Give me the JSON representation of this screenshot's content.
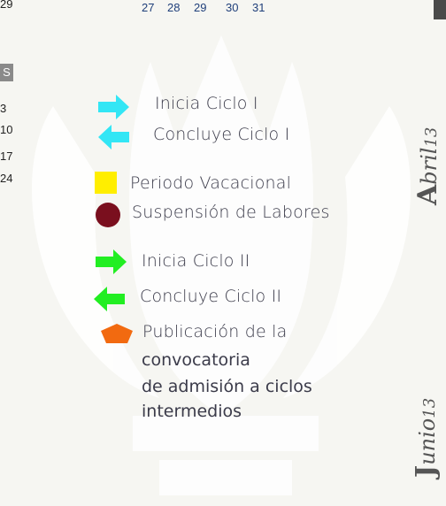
{
  "calendar_fragment": {
    "top_left_number": "29",
    "top_days": [
      "27",
      "28",
      "29",
      "30",
      "31"
    ],
    "column_header": "S",
    "column_values": [
      "3",
      "10",
      "17",
      "24"
    ]
  },
  "legend": {
    "items": [
      {
        "label": "Inicia Ciclo I",
        "icon": "arrow-right-icon",
        "color": "#33e6f5"
      },
      {
        "label": "Concluye Ciclo I",
        "icon": "arrow-left-icon",
        "color": "#33e6f5"
      },
      {
        "label": "Periodo Vacacional",
        "icon": "square-icon",
        "color": "#ffee00"
      },
      {
        "label": "Suspensión de Labores",
        "icon": "circle-icon",
        "color": "#7a0f1e"
      },
      {
        "label": "Inicia Ciclo II",
        "icon": "arrow-right-icon",
        "color": "#22ee22"
      },
      {
        "label": "Concluye Ciclo II",
        "icon": "arrow-left-icon",
        "color": "#22ee22"
      },
      {
        "label": "Publicación de la",
        "icon": "pentagon-icon",
        "color": "#f26a10"
      }
    ],
    "note_lines": [
      "convocatoria",
      "de admisión a ciclos",
      "intermedios"
    ]
  },
  "side_months": {
    "april": {
      "cap": "A",
      "rest": "bril",
      "year": "13"
    },
    "june": {
      "cap": "J",
      "rest": "unio",
      "year": "13"
    }
  }
}
